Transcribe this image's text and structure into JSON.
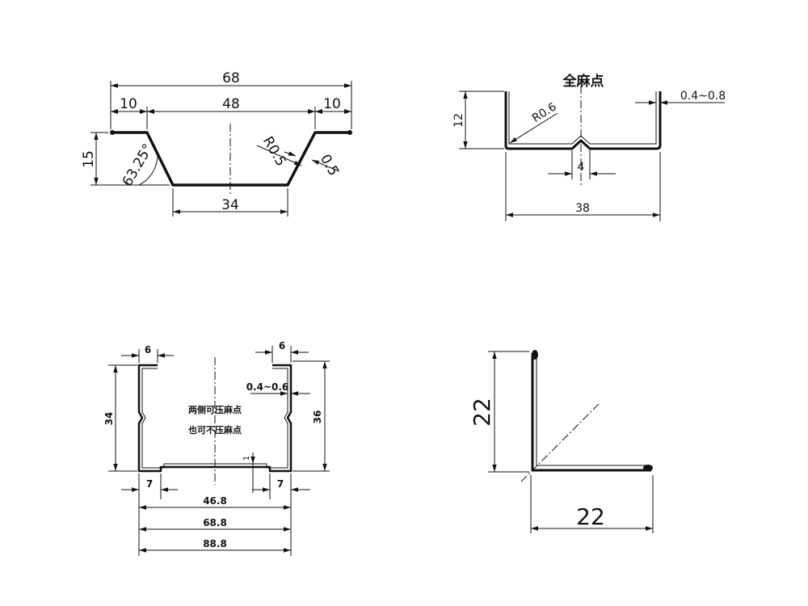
{
  "colors": {
    "line": "#111111",
    "background": "#ffffff"
  },
  "drawing1": {
    "dim_total": "68",
    "dim_left_flange": "10",
    "dim_top_width": "48",
    "dim_right_flange": "10",
    "dim_height": "15",
    "dim_angle": "63.25°",
    "dim_radius": "R0.5",
    "dim_thickness": "0.5",
    "dim_bottom": "34"
  },
  "drawing2": {
    "note": "全麻点",
    "dim_height": "12",
    "dim_radius": "R0.6",
    "dim_thickness": "0.4~0.8",
    "dim_dimple": "4",
    "dim_width": "38"
  },
  "drawing3": {
    "dim_left_lip": "6",
    "dim_right_lip": "6",
    "dim_thickness": "0.4~0.6",
    "note_line1": "两侧可压麻点",
    "note_line2": "也可不压麻点",
    "dim_left_height": "34",
    "dim_right_height": "36",
    "dim_step": "1",
    "dim_left_foot": "7",
    "dim_right_foot": "7",
    "dim_inner": "46.8",
    "dim_middle": "68.8",
    "dim_outer": "88.8"
  },
  "drawing4": {
    "dim_height": "22",
    "dim_width": "22"
  }
}
